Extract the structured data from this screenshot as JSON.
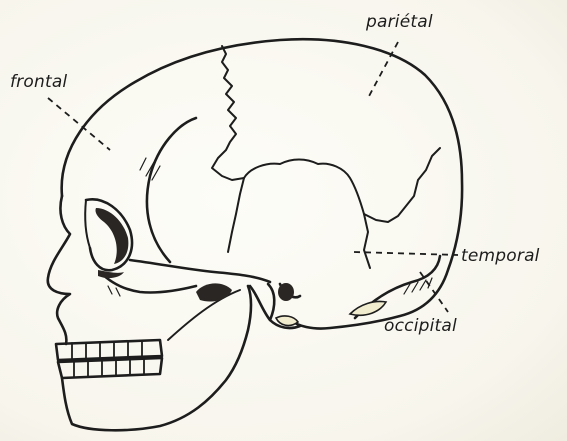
{
  "labels": {
    "frontal": "frontal",
    "parietal": "pariétal",
    "temporal": "temporal",
    "occipital": "occipital"
  },
  "colors": {
    "ink": "#1d1d1d",
    "paper": "#fbfaf5",
    "bone_fill": "#f3efd8"
  }
}
